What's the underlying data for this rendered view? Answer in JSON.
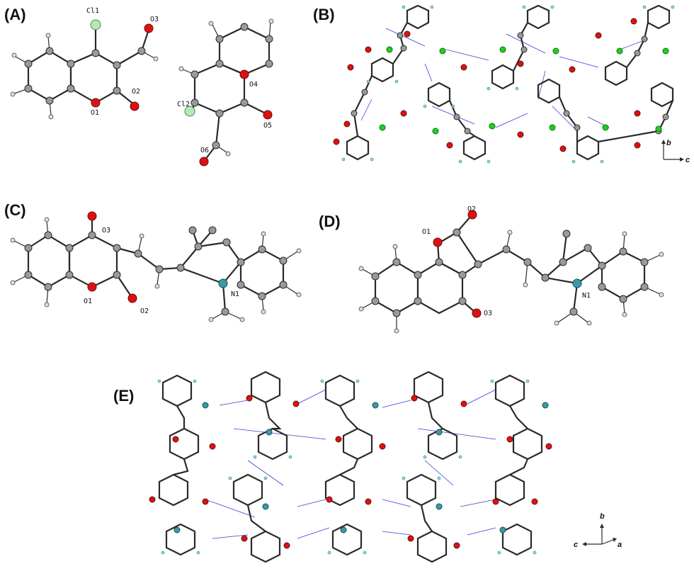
{
  "panels": {
    "A": {
      "label": "(A)",
      "atoms": [
        "Cl1",
        "O3",
        "O2",
        "O1",
        "Cl2",
        "O4",
        "O6",
        "O5"
      ]
    },
    "B": {
      "label": "(B)",
      "axes": [
        "b",
        "c"
      ]
    },
    "C": {
      "label": "(C)",
      "atoms": [
        "O3",
        "N1",
        "O1",
        "O2"
      ]
    },
    "D": {
      "label": "(D)",
      "atoms": [
        "O2",
        "O1",
        "N1",
        "O3"
      ]
    },
    "E": {
      "label": "(E)",
      "axes": [
        "b",
        "c",
        "a"
      ]
    }
  },
  "colors": {
    "carbon": "#9a9a9a",
    "oxygen": "#e01010",
    "nitrogen": "#3a9aaa",
    "chlorine": "#1ed01e",
    "hydrogen_bond": "#3b3bd6"
  }
}
